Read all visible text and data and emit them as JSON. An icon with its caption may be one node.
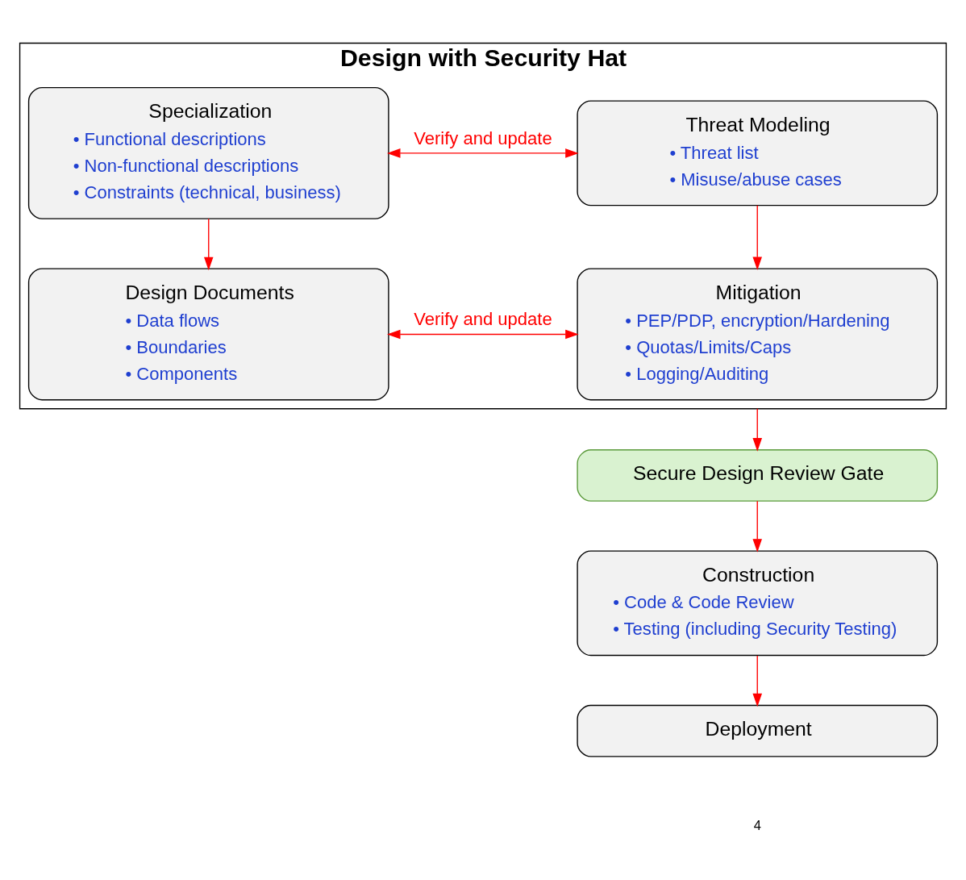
{
  "diagram": {
    "nodes": [
      {
        "text": [
          "Design with Security Hat"
        ]
      },
      {
        "text": [
          "Specialization",
          "• Functional descriptions",
          "• Non-functional descriptions",
          "• Constraints (technical, business)"
        ],
        "in": 0
      },
      {
        "text": [
          "Threat Modeling",
          "• Threat list",
          "• Misuse/abuse cases"
        ],
        "in": 0
      },
      {
        "text": [
          "Design Documents",
          "• Data flows",
          "• Boundaries",
          "• Components"
        ],
        "in": 0
      },
      {
        "text": [
          "Mitigation",
          "• PEP/PDP, encryption/Hardening",
          "• Quotas/Limits/Caps",
          "• Logging/Auditing"
        ],
        "in": 0
      },
      {
        "text": [
          "Secure Design Review Gate"
        ]
      },
      {
        "text": [
          "Construction",
          "• Code & Code Review",
          "• Testing (including Security Testing)"
        ]
      },
      {
        "text": [
          "Deployment"
        ]
      }
    ],
    "edges": [
      {
        "from": 1,
        "to": 3,
        "arrow": "to"
      },
      {
        "from": 2,
        "to": 4,
        "arrow": "to"
      },
      {
        "from": 1,
        "to": 2,
        "arrow": "both",
        "label": "Verify and update"
      },
      {
        "from": 3,
        "to": 4,
        "arrow": "both",
        "label": "Verify and update"
      },
      {
        "from": 0,
        "to": 5,
        "arrow": "to"
      },
      {
        "from": 5,
        "to": 6,
        "arrow": "to"
      },
      {
        "from": 6,
        "to": 7,
        "arrow": "to"
      }
    ],
    "labels": [
      "4"
    ]
  }
}
